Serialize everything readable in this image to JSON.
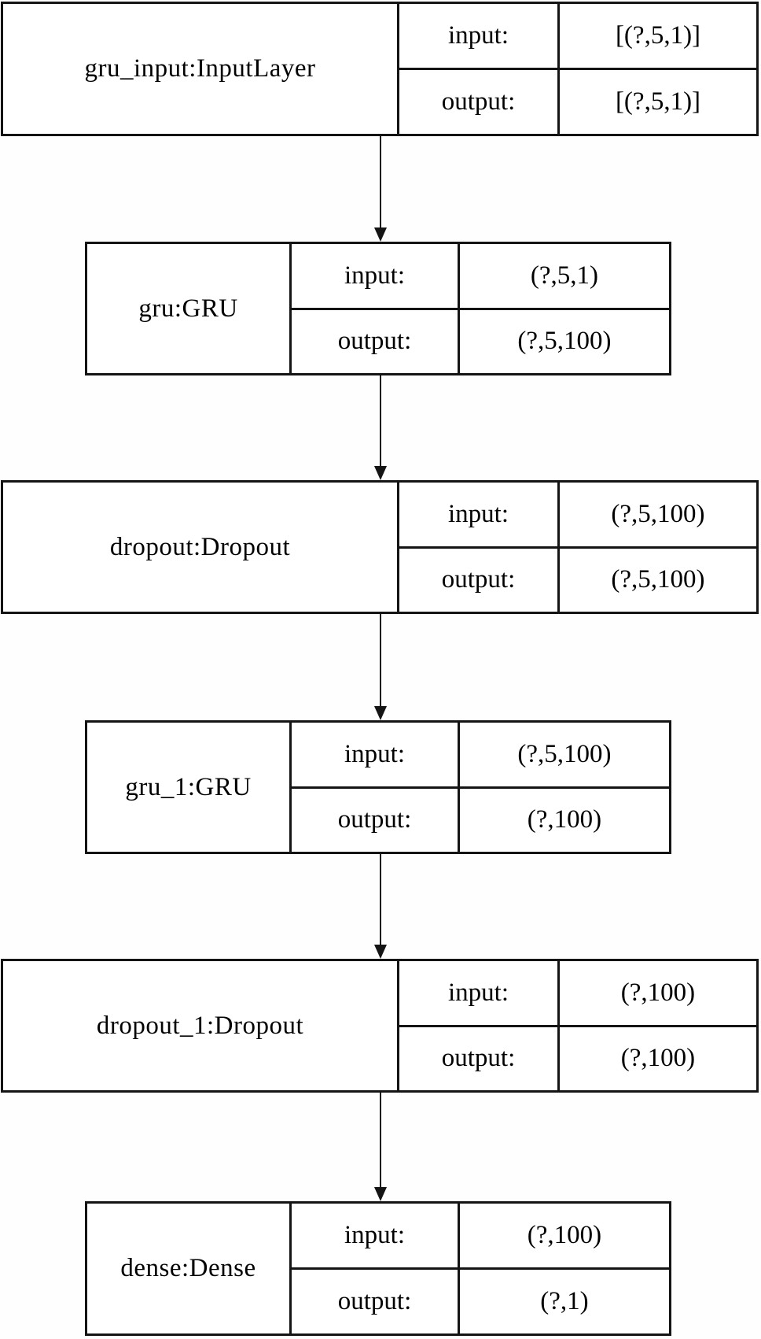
{
  "diagram": {
    "kind": "neural-network-layer-graph",
    "colors": {
      "border": "#141414",
      "text": "#000000",
      "background": "#ffffff"
    },
    "io_headers": {
      "input_label": "input:",
      "output_label": "output:"
    },
    "nodes": [
      {
        "id": "gru_input",
        "title": "gru_input:InputLayer",
        "rows": [
          {
            "label": "input:",
            "value": "[(?,5,1)]"
          },
          {
            "label": "output:",
            "value": "[(?,5,1)]"
          }
        ]
      },
      {
        "id": "gru",
        "title": "gru:GRU",
        "rows": [
          {
            "label": "input:",
            "value": "(?,5,1)"
          },
          {
            "label": "output:",
            "value": "(?,5,100)"
          }
        ]
      },
      {
        "id": "dropout",
        "title": "dropout:Dropout",
        "rows": [
          {
            "label": "input:",
            "value": "(?,5,100)"
          },
          {
            "label": "output:",
            "value": "(?,5,100)"
          }
        ]
      },
      {
        "id": "gru_1",
        "title": "gru_1:GRU",
        "rows": [
          {
            "label": "input:",
            "value": "(?,5,100)"
          },
          {
            "label": "output:",
            "value": "(?,100)"
          }
        ]
      },
      {
        "id": "dropout_1",
        "title": "dropout_1:Dropout",
        "rows": [
          {
            "label": "input:",
            "value": "(?,100)"
          },
          {
            "label": "output:",
            "value": "(?,100)"
          }
        ]
      },
      {
        "id": "dense",
        "title": "dense:Dense",
        "rows": [
          {
            "label": "input:",
            "value": "(?,100)"
          },
          {
            "label": "output:",
            "value": "(?,1)"
          }
        ]
      }
    ],
    "edges": [
      {
        "from": "gru_input",
        "to": "gru"
      },
      {
        "from": "gru",
        "to": "dropout"
      },
      {
        "from": "dropout",
        "to": "gru_1"
      },
      {
        "from": "gru_1",
        "to": "dropout_1"
      },
      {
        "from": "dropout_1",
        "to": "dense"
      }
    ]
  }
}
